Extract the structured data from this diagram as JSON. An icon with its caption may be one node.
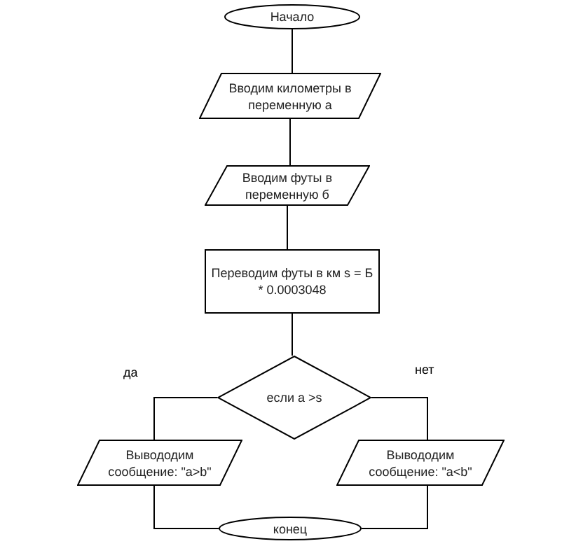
{
  "diagram": {
    "nodes": [
      {
        "text": [
          "Начало"
        ]
      },
      {
        "text": [
          "Вводим километры в переменную а"
        ]
      },
      {
        "text": [
          "Вводим футы в переменную б"
        ]
      },
      {
        "text": [
          "Переводим футы в км s = Б * 0.0003048"
        ]
      },
      {
        "text": [
          "если а >s"
        ]
      },
      {
        "text": [
          "Вывододим сообщение: \"a>b\""
        ]
      },
      {
        "text": [
          "Вывододим сообщение: \"a<b\""
        ]
      },
      {
        "text": [
          "конец"
        ]
      }
    ],
    "edges": [
      {
        "from": 0,
        "to": 1,
        "arrow": "none"
      },
      {
        "from": 1,
        "to": 2,
        "arrow": "none"
      },
      {
        "from": 2,
        "to": 3,
        "arrow": "none"
      },
      {
        "from": 3,
        "to": 4,
        "arrow": "none"
      },
      {
        "from": 4,
        "to": 5,
        "arrow": "none",
        "label": "да"
      },
      {
        "from": 4,
        "to": 6,
        "arrow": "none",
        "label": "нет"
      },
      {
        "from": 5,
        "to": 7,
        "arrow": "none"
      },
      {
        "from": 6,
        "to": 7,
        "arrow": "none"
      }
    ]
  }
}
